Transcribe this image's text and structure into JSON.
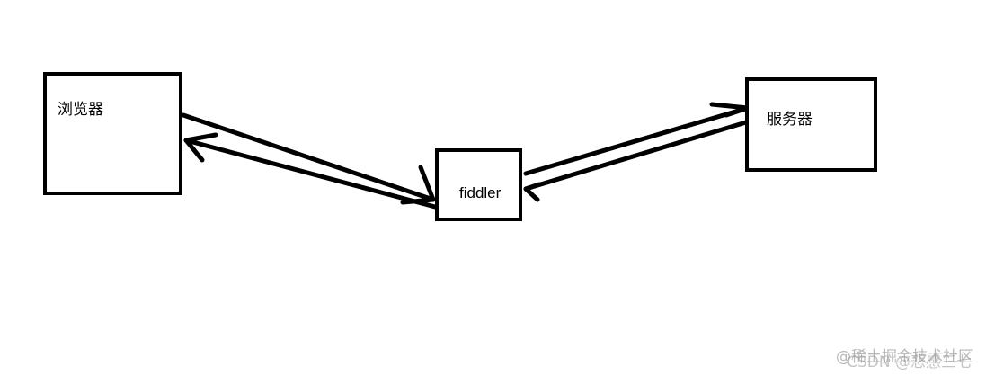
{
  "diagram": {
    "nodes": [
      {
        "id": "browser",
        "label": "浏览器"
      },
      {
        "id": "fiddler",
        "label": "fiddler"
      },
      {
        "id": "server",
        "label": "服务器"
      }
    ],
    "edges": [
      {
        "from": "browser",
        "to": "fiddler"
      },
      {
        "from": "fiddler",
        "to": "browser"
      },
      {
        "from": "fiddler",
        "to": "server"
      },
      {
        "from": "server",
        "to": "fiddler"
      }
    ],
    "stroke_color": "#000000",
    "background": "#ffffff"
  },
  "watermark": {
    "primary": "@稀土掘金技术社区",
    "overlay": "CSDN @悲感三七"
  }
}
